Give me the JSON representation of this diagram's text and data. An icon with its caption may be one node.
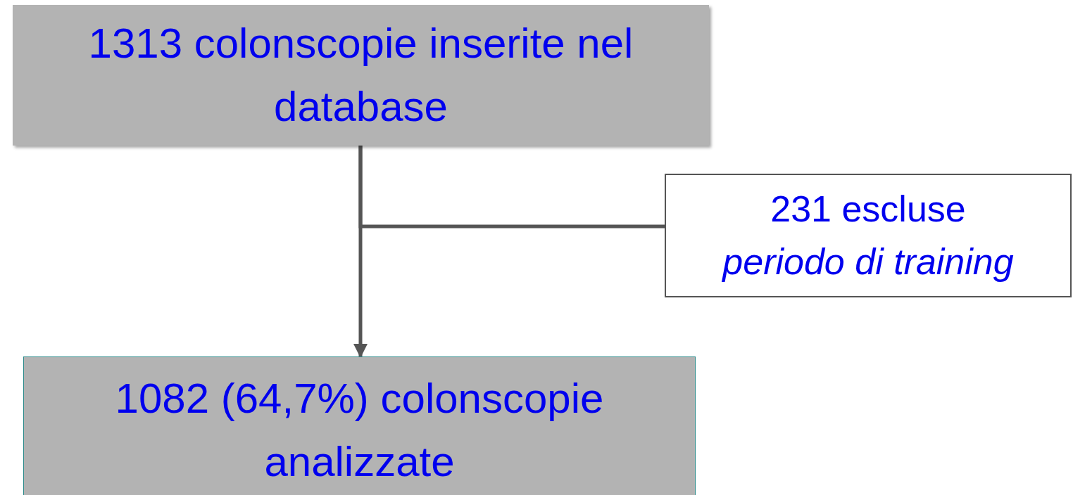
{
  "diagram": {
    "nodes": [
      {
        "text": [
          "1313 colonscopie inserite nel database"
        ]
      },
      {
        "text": [
          "231 escluse",
          "periodo di training"
        ]
      },
      {
        "text": [
          "1082 (64,7%) colonscopie analizzate"
        ]
      }
    ],
    "edges": [
      {
        "from": 0,
        "to": 2,
        "arrow": "to"
      },
      {
        "from": 0,
        "to": 1,
        "arrow": "none"
      }
    ]
  }
}
